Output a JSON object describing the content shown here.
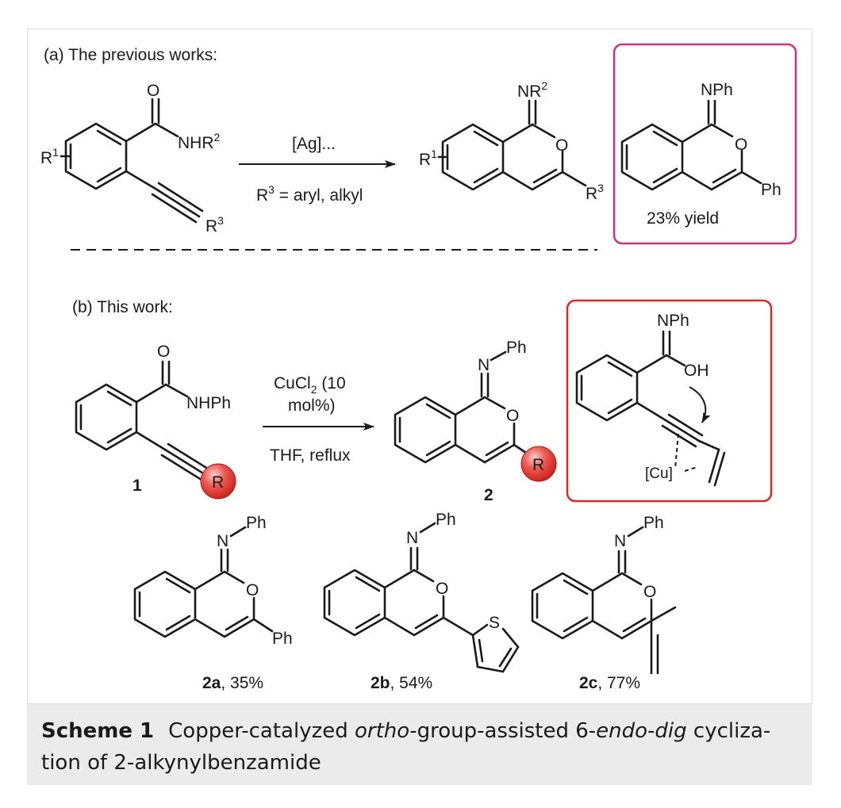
{
  "panel_a": {
    "label": "(a) The previous works:",
    "reactant": {
      "carbonyl_o": "O",
      "amide": "NHR",
      "amide_sup": "2",
      "ring_sub": "R",
      "ring_sub_sup": "1",
      "alkyne_sub": "R",
      "alkyne_sub_sup": "3"
    },
    "arrow": {
      "above": "[Ag]...",
      "below_prefix": "R",
      "below_sup": "3",
      "below_suffix": " = aryl, alkyl"
    },
    "product": {
      "imine": "NR",
      "imine_sup": "2",
      "ring_o": "O",
      "ring_sub": "R",
      "ring_sub_sup": "1",
      "sub3": "R",
      "sub3_sup": "3"
    },
    "highlight_box": {
      "imine": "NPh",
      "ring_o": "O",
      "substituent": "Ph",
      "yield": "23% yield",
      "border_color": "#c8357f"
    }
  },
  "panel_b": {
    "label": "(b) This work:",
    "reactant": {
      "carbonyl_o": "O",
      "amide": "NHPh",
      "r_group": "R",
      "compound_number": "1"
    },
    "arrow": {
      "above_line1_prefix": "CuCl",
      "above_line1_sub": "2",
      "above_line1_suffix": " (10",
      "above_line2": "mol%)",
      "below": "THF, reflux"
    },
    "product": {
      "imine_n": "N",
      "imine_ph": "Ph",
      "ring_o": "O",
      "r_group": "R",
      "compound_number": "2"
    },
    "mechanism_box": {
      "imine": "NPh",
      "hydroxyl": "OH",
      "catalyst": "[Cu]",
      "border_color": "#d42a2a"
    }
  },
  "examples": [
    {
      "imine_n": "N",
      "imine_ph": "Ph",
      "ring_o": "O",
      "substituent": "Ph",
      "compound": "2a",
      "yield": ", 35%"
    },
    {
      "imine_n": "N",
      "imine_ph": "Ph",
      "ring_o": "O",
      "thiophene_s": "S",
      "compound": "2b",
      "yield": ", 54%"
    },
    {
      "imine_n": "N",
      "imine_ph": "Ph",
      "ring_o": "O",
      "compound": "2c",
      "yield": ", 77%"
    }
  ],
  "caption": {
    "label": "Scheme 1",
    "text_part1": "Copper-catalyzed ",
    "text_italic1": "ortho",
    "text_part2": "-group-assisted 6-",
    "text_italic2": "endo-dig",
    "text_part3": " cycliza-tion of 2-alkynylbenzamide"
  },
  "colors": {
    "r_ball": "#e0332f",
    "r_ball_highlight": "#f7a39e",
    "text": "#1a1a1a"
  }
}
